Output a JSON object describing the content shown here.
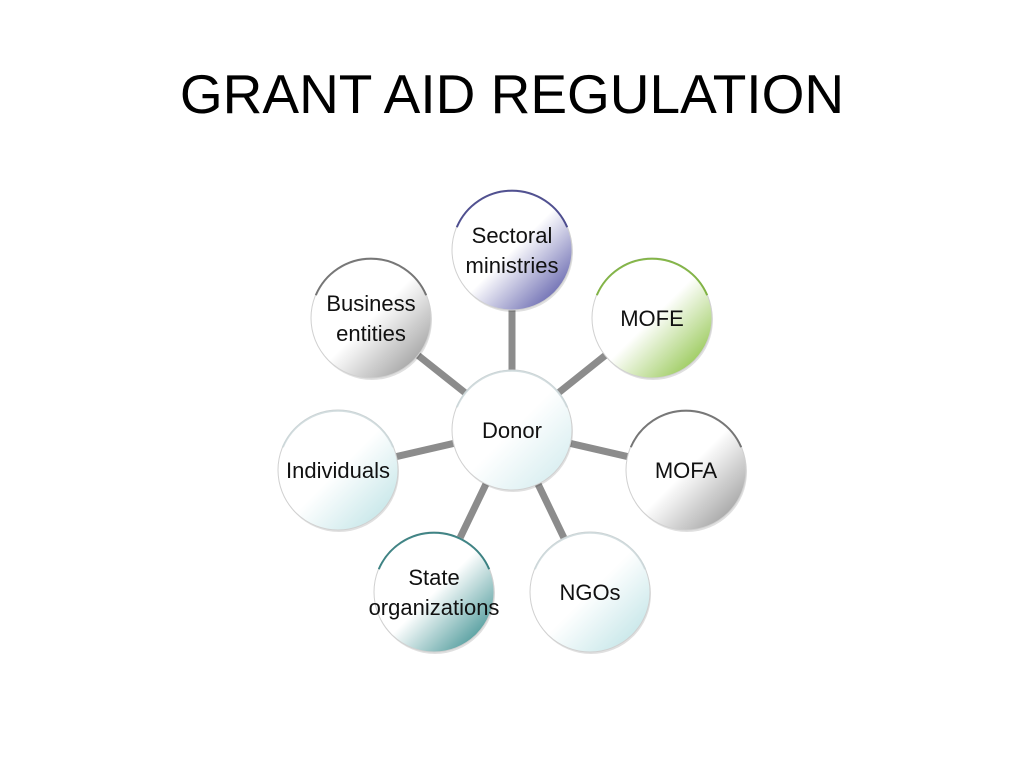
{
  "slide": {
    "title": "GRANT AID REGULATION"
  },
  "diagram": {
    "hub": {
      "lines": [
        "Donor"
      ],
      "tint": "#cde9ec"
    },
    "nodes": [
      {
        "id": "sectoral-ministries",
        "lines": [
          "Sectoral",
          "ministries"
        ],
        "tint": "#3f3f9a",
        "rim": "#2b2b7a"
      },
      {
        "id": "mofe",
        "lines": [
          "MOFE"
        ],
        "tint": "#7cba2a",
        "rim": "#6aa821"
      },
      {
        "id": "mofa",
        "lines": [
          "MOFA"
        ],
        "tint": "#8a8a8a",
        "rim": "#5a5a5a"
      },
      {
        "id": "ngos",
        "lines": [
          "NGOs"
        ],
        "tint": "#b7e0e3",
        "rim": "#c9d6d8"
      },
      {
        "id": "state-organizations",
        "lines": [
          "State",
          "organizations"
        ],
        "tint": "#1f7f80",
        "rim": "#156a6b"
      },
      {
        "id": "individuals",
        "lines": [
          "Individuals"
        ],
        "tint": "#b7e0e3",
        "rim": "#c9d6d8"
      },
      {
        "id": "business-entities",
        "lines": [
          "Business",
          "entities"
        ],
        "tint": "#8a8a8a",
        "rim": "#5a5a5a"
      }
    ],
    "connector_color": "#8c8c8c"
  }
}
